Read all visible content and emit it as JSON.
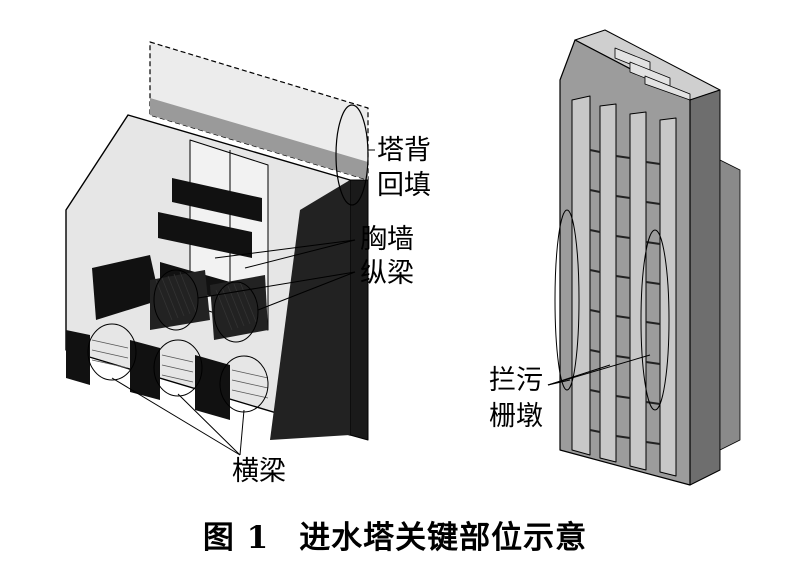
{
  "left_labels": {
    "back_fill": [
      "塔背",
      "回填"
    ],
    "breast_wall": "胸墙",
    "longitudinal_beam": "纵梁",
    "cross_beam": "横梁"
  },
  "right_labels": {
    "trash_rack_pier": [
      "拦污",
      "栅墩"
    ]
  },
  "caption": {
    "number": "图 1",
    "title": "进水塔关键部位示意"
  }
}
